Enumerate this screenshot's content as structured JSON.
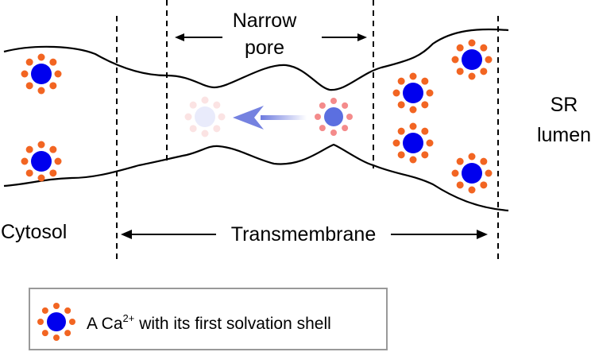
{
  "labels": {
    "narrow": "Narrow",
    "pore": "pore",
    "sr": "SR",
    "lumen": "lumen",
    "cytosol": "Cytosol",
    "transmembrane": "Transmembrane"
  },
  "legend": {
    "text_prefix": "A Ca",
    "superscript": "2+",
    "text_suffix": " with its first solvation shell"
  },
  "colors": {
    "ion": "#0000ee",
    "shell": "#f26522",
    "ion_faded": "#5b6fe0",
    "shell_faded": "#f48b8b",
    "ghost_ion": "#e9ebfb",
    "ghost_shell": "#fbe3e3",
    "arrow": "#6674dd",
    "line": "#000000"
  }
}
